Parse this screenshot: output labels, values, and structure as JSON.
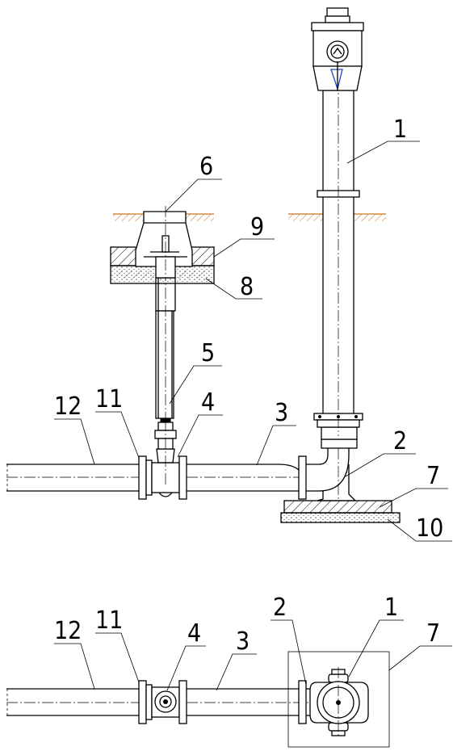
{
  "elevation_labels": [
    {
      "id": "1",
      "text": "1"
    },
    {
      "id": "2",
      "text": "2"
    },
    {
      "id": "3",
      "text": "3"
    },
    {
      "id": "4",
      "text": "4"
    },
    {
      "id": "5",
      "text": "5"
    },
    {
      "id": "6",
      "text": "6"
    },
    {
      "id": "7",
      "text": "7"
    },
    {
      "id": "8",
      "text": "8"
    },
    {
      "id": "9",
      "text": "9"
    },
    {
      "id": "10",
      "text": "10"
    },
    {
      "id": "11",
      "text": "11"
    },
    {
      "id": "12",
      "text": "12"
    }
  ],
  "plan_labels": [
    {
      "id": "1",
      "text": "1"
    },
    {
      "id": "2",
      "text": "2"
    },
    {
      "id": "3",
      "text": "3"
    },
    {
      "id": "4",
      "text": "4"
    },
    {
      "id": "7",
      "text": "7"
    },
    {
      "id": "11",
      "text": "11"
    },
    {
      "id": "12",
      "text": "12"
    }
  ],
  "colors": {
    "line": "#000000",
    "soil_hatch": "#c8741a",
    "accent_blue": "#2a3fbf",
    "background": "#ffffff"
  }
}
